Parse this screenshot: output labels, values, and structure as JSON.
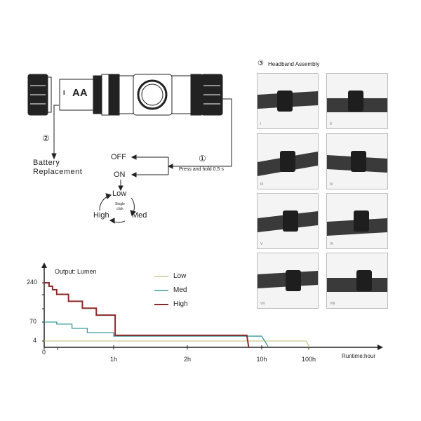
{
  "device": {
    "battery_label": "AA",
    "battery_polarity": "I"
  },
  "steps": {
    "step1_marker": "①",
    "step1_text": "Press and hold 0.5 s",
    "step2_marker": "②",
    "step2_text_line1": "Battery",
    "step2_text_line2": "Replacement",
    "step3_marker": "③",
    "step3_text": "Headband  Assembly"
  },
  "modes": {
    "off": "OFF",
    "on": "ON",
    "low": "Low",
    "med": "Med",
    "high": "High",
    "cycle_line1": "Single",
    "cycle_line2": "click"
  },
  "panels": [
    {
      "label": "I"
    },
    {
      "label": "II"
    },
    {
      "label": "III"
    },
    {
      "label": "IV"
    },
    {
      "label": "V"
    },
    {
      "label": "VI"
    },
    {
      "label": "VII"
    },
    {
      "label": "VIII"
    }
  ],
  "colors": {
    "low": "#c9c98a",
    "med": "#3a9a9a",
    "high": "#8b2a2a",
    "axis": "#222222"
  },
  "chart_data": {
    "type": "line",
    "title": "Output: Lumen",
    "xlabel": "Runtime:hour",
    "ylabel": "Output: Lumen",
    "x_ticks": [
      {
        "v": 0,
        "label": "0"
      },
      {
        "v": 1,
        "label": "1h"
      },
      {
        "v": 2,
        "label": "2h"
      },
      {
        "v": 10,
        "label": "10h"
      },
      {
        "v": 100,
        "label": "100h"
      }
    ],
    "y_ticks": [
      {
        "v": 4,
        "label": "4"
      },
      {
        "v": 70,
        "label": "70"
      },
      {
        "v": 240,
        "label": "240"
      }
    ],
    "x_scale_breaks": [
      0,
      1,
      2,
      10,
      100
    ],
    "legend_position": "top-center",
    "series": [
      {
        "name": "Low",
        "color_key": "low",
        "points": [
          [
            0,
            4
          ],
          [
            95,
            4
          ],
          [
            100,
            1
          ],
          [
            100,
            0
          ]
        ]
      },
      {
        "name": "Med",
        "color_key": "med",
        "points": [
          [
            0,
            70
          ],
          [
            0.18,
            70
          ],
          [
            0.18,
            63
          ],
          [
            0.4,
            63
          ],
          [
            0.4,
            48
          ],
          [
            0.62,
            48
          ],
          [
            0.62,
            33
          ],
          [
            1,
            33
          ],
          [
            1,
            21
          ],
          [
            10,
            21
          ],
          [
            23,
            0
          ]
        ]
      },
      {
        "name": "High",
        "color_key": "high",
        "points": [
          [
            0,
            240
          ],
          [
            0.07,
            240
          ],
          [
            0.07,
            225
          ],
          [
            0.12,
            225
          ],
          [
            0.12,
            210
          ],
          [
            0.18,
            210
          ],
          [
            0.18,
            190
          ],
          [
            0.35,
            190
          ],
          [
            0.35,
            160
          ],
          [
            0.55,
            160
          ],
          [
            0.55,
            130
          ],
          [
            0.75,
            130
          ],
          [
            0.75,
            100
          ],
          [
            1.02,
            100
          ],
          [
            1.02,
            24
          ],
          [
            8.4,
            24
          ],
          [
            8.6,
            0
          ]
        ]
      }
    ]
  }
}
